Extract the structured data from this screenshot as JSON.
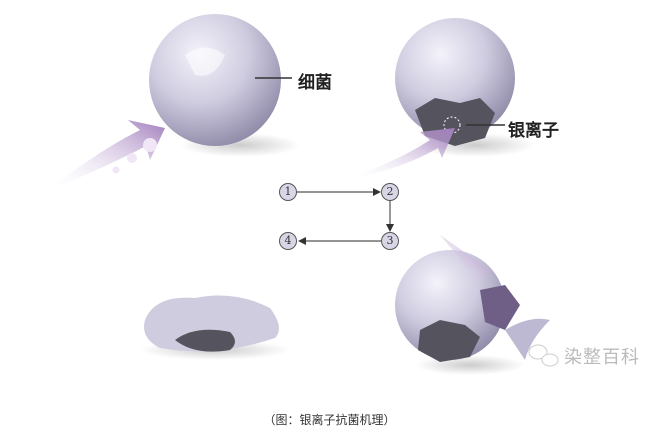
{
  "labels": {
    "bacteria": "细菌",
    "silver_ion": "银离子"
  },
  "steps": [
    "1",
    "2",
    "3",
    "4"
  ],
  "watermark": "染整百科",
  "caption": "（图：银离子抗菌机理）",
  "colors": {
    "sphere": "#c9c6dc",
    "arrow": "#a98cc0",
    "damage": "#55545e"
  }
}
